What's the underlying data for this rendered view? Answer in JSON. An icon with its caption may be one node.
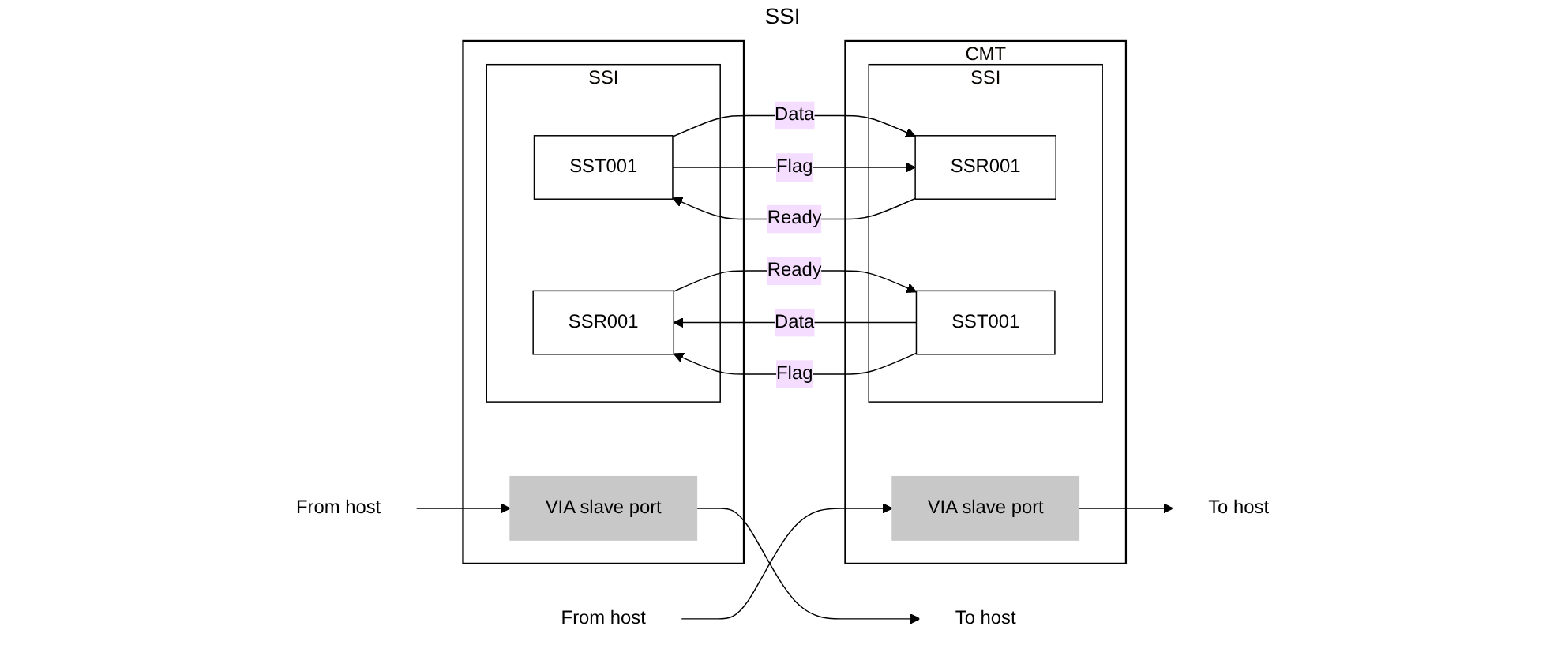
{
  "diagram": {
    "nodes": [
      {
        "text": [],
        "shape": "box"
      },
      {
        "text": [
          "SSI"
        ],
        "in": 0
      },
      {
        "text": [
          "SST001"
        ],
        "in": 1
      },
      {
        "text": [
          "SSR001"
        ],
        "in": 1
      },
      {
        "text": [
          "VIA slave port"
        ],
        "in": 0
      },
      {
        "text": [
          "From host"
        ]
      },
      {
        "text": [
          "To host"
        ]
      },
      {
        "text": [
          "CMT"
        ]
      },
      {
        "text": [
          "SSI"
        ],
        "in": 7
      },
      {
        "text": [
          "SSR001"
        ],
        "in": 8
      },
      {
        "text": [
          "SST001"
        ],
        "in": 8
      },
      {
        "text": [
          "VIA slave port"
        ],
        "in": 7
      },
      {
        "text": [
          "To host"
        ]
      },
      {
        "text": [
          "From host"
        ]
      }
    ],
    "edges": [
      {
        "from": 2,
        "to": 9,
        "label": "Data",
        "arrow": "to"
      },
      {
        "from": 2,
        "to": 9,
        "label": "Flag",
        "arrow": "to"
      },
      {
        "from": 9,
        "to": 2,
        "label": "Ready",
        "arrow": "to"
      },
      {
        "from": 10,
        "to": 3,
        "label": "Data",
        "arrow": "to"
      },
      {
        "from": 10,
        "to": 3,
        "label": "Flag",
        "arrow": "to"
      },
      {
        "from": 3,
        "to": 10,
        "label": "Ready",
        "arrow": "to"
      },
      {
        "from": 5,
        "to": 4,
        "arrow": "to"
      },
      {
        "from": 4,
        "to": 6,
        "arrow": "to"
      },
      {
        "from": 11,
        "to": 12,
        "arrow": "to"
      },
      {
        "from": 13,
        "to": 11,
        "arrow": "to"
      }
    ],
    "labels": [
      "SSI"
    ]
  }
}
